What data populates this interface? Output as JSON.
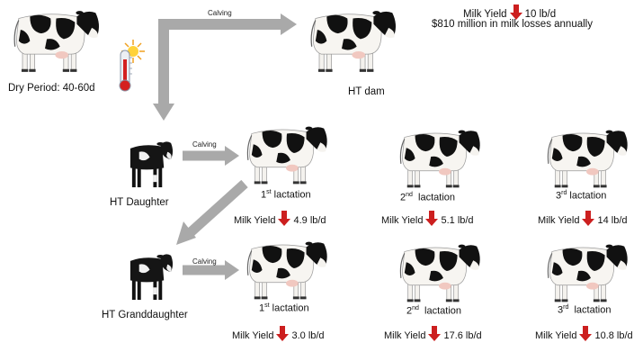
{
  "top": {
    "dry_period": "Dry Period: 40-60d",
    "calving": "Calving",
    "dam_label": "HT dam",
    "milk_yield_label": "Milk Yield",
    "milk_yield_value": "10 lb/d",
    "losses": "$810 million in milk losses annually"
  },
  "daughter": {
    "label": "HT Daughter",
    "calving": "Calving",
    "lactations": [
      {
        "ord": "1",
        "sup": "st",
        "word": "lactation",
        "yield_label": "Milk Yield",
        "yield_value": "4.9 lb/d"
      },
      {
        "ord": "2",
        "sup": "nd",
        "word": "lactation",
        "yield_label": "Milk Yield",
        "yield_value": "5.1 lb/d"
      },
      {
        "ord": "3",
        "sup": "rd",
        "word": "lactation",
        "yield_label": "Milk Yield",
        "yield_value": "14 lb/d"
      }
    ]
  },
  "granddaughter": {
    "label": "HT Granddaughter",
    "calving": "Calving",
    "lactations": [
      {
        "ord": "1",
        "sup": "st",
        "word": "lactation",
        "yield_label": "Milk Yield",
        "yield_value": "3.0 lb/d"
      },
      {
        "ord": "2",
        "sup": "nd",
        "word": "lactation",
        "yield_label": "Milk Yield",
        "yield_value": "17.6 lb/d"
      },
      {
        "ord": "3",
        "sup": "rd",
        "word": "lactation",
        "yield_label": "Milk Yield",
        "yield_value": "10.8 lb/d"
      }
    ]
  },
  "colors": {
    "arrow_gray": "#a9a9a9",
    "down_red": "#cc1f1f",
    "thermo_red": "#d42020"
  }
}
